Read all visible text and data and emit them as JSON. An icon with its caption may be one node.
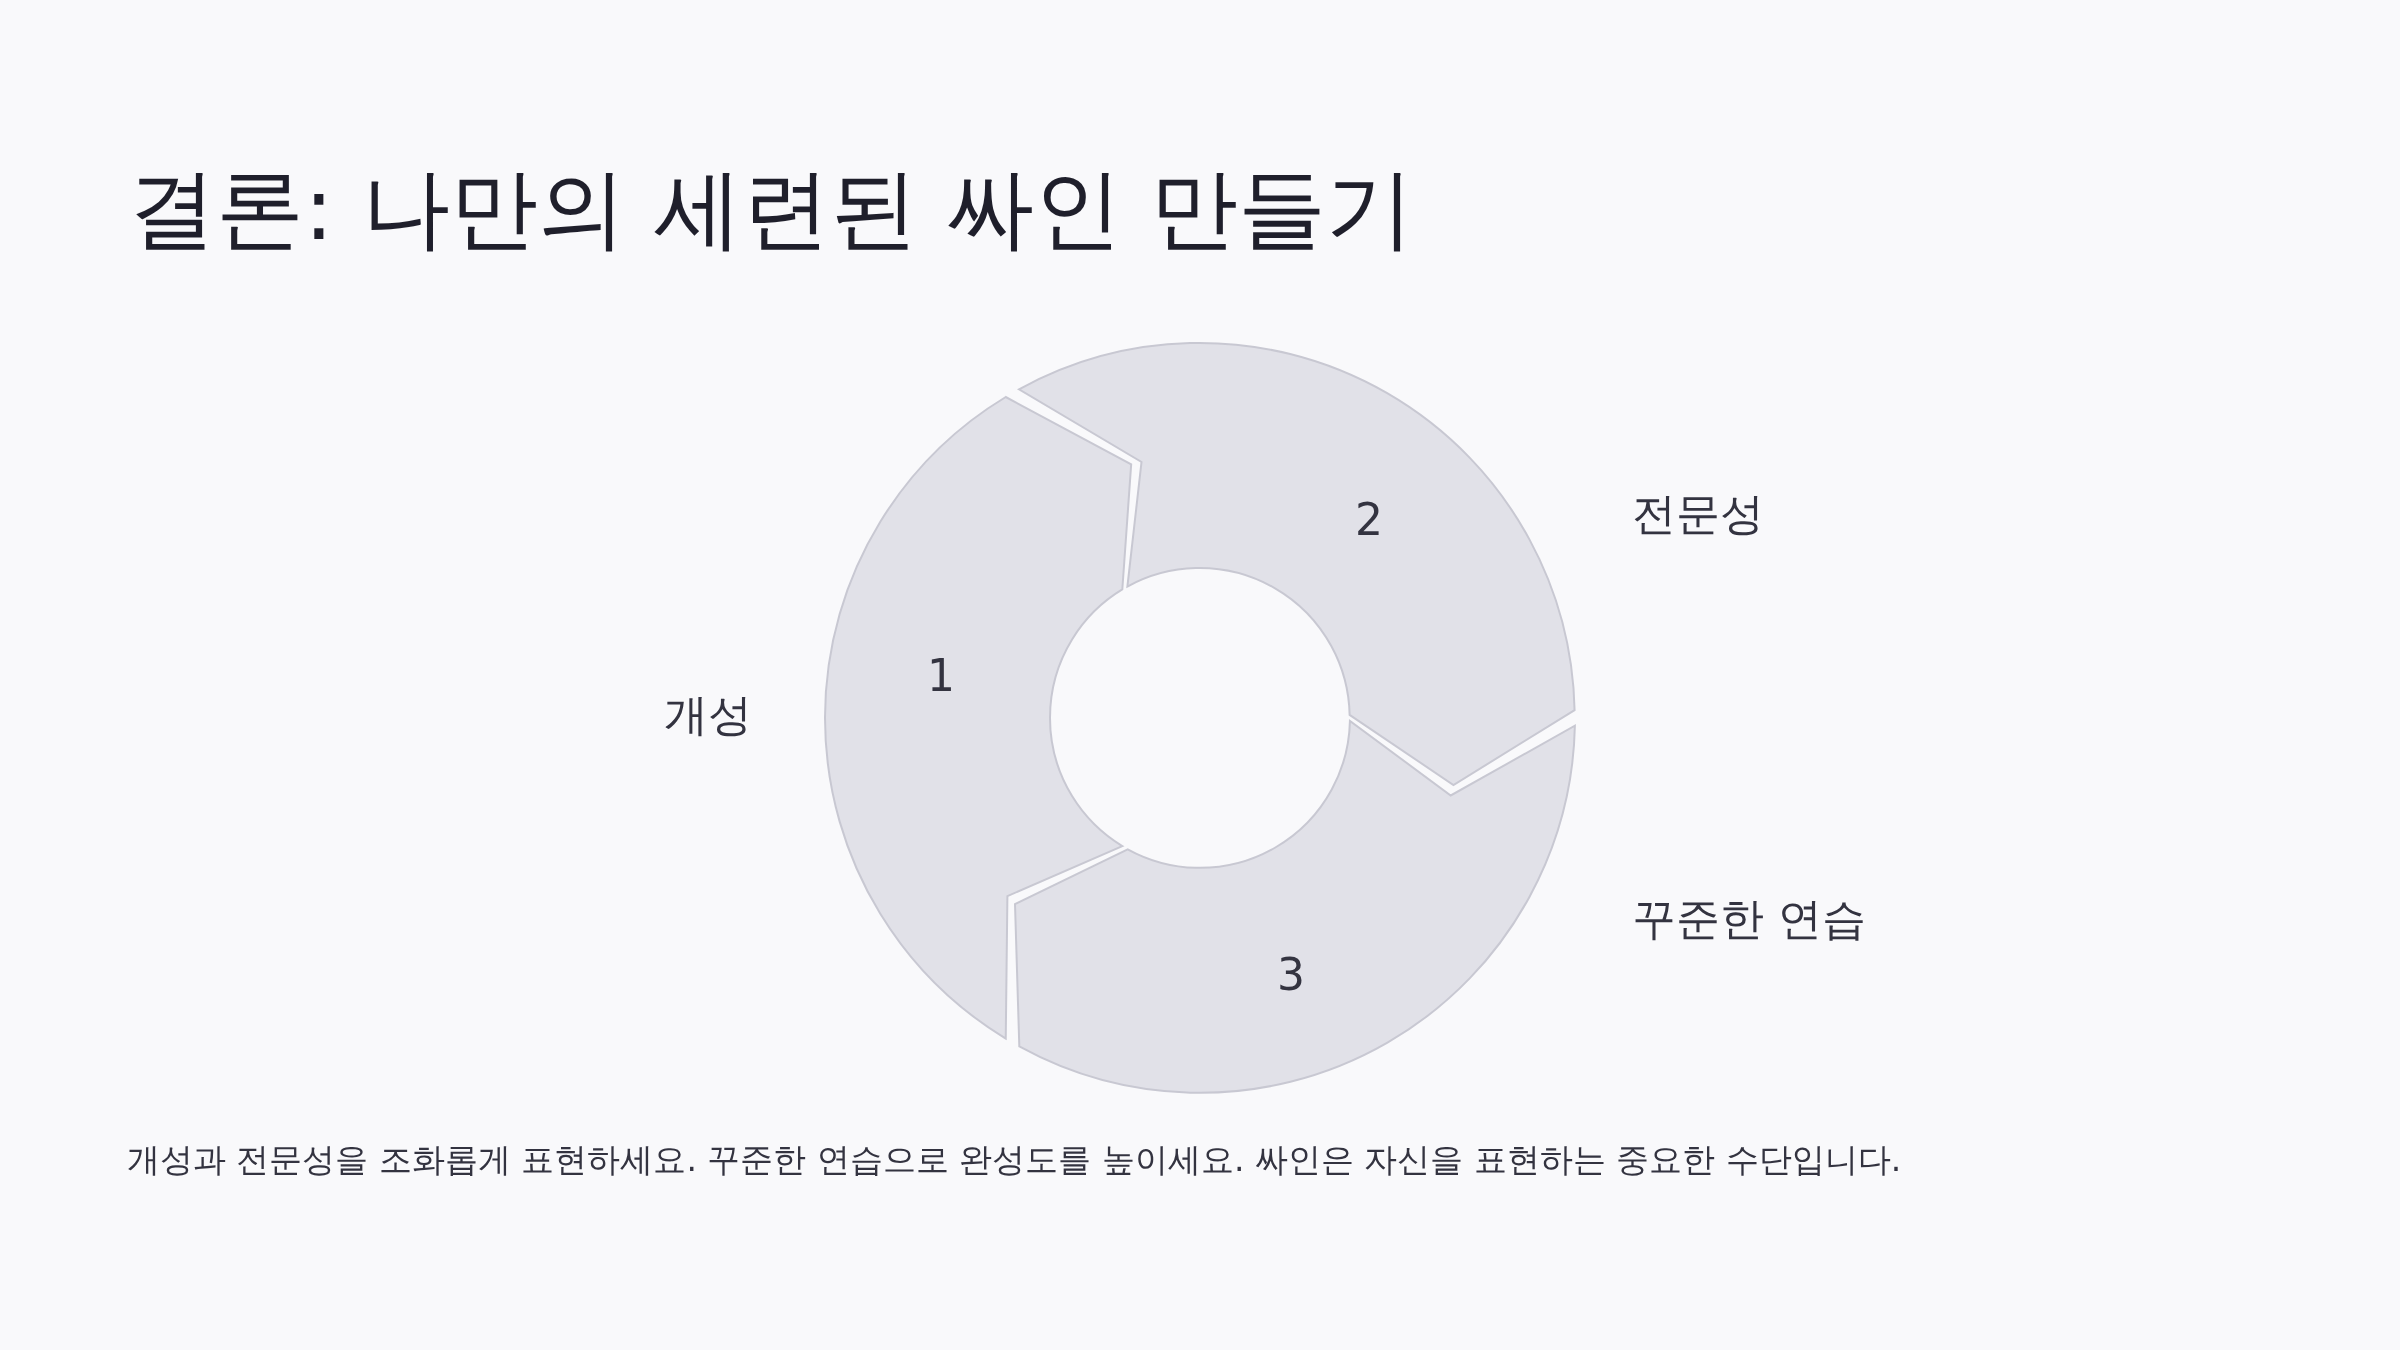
{
  "diagram": {
    "title": "결론: 나만의 세련된 싸인 만들기",
    "nodes": [
      {
        "text": [
          "1"
        ],
        "beside": [
          "개성"
        ]
      },
      {
        "text": [
          "2"
        ],
        "beside": [
          "전문성"
        ]
      },
      {
        "text": [
          "3"
        ],
        "beside": [
          "꾸준한 연습"
        ]
      }
    ],
    "caption": "개성과 전문성을 조화롭게 표현하세요. 꾸준한 연습으로 완성도를 높이세요. 싸인은 자신을 표현하는 중요한 수단입니다."
  }
}
